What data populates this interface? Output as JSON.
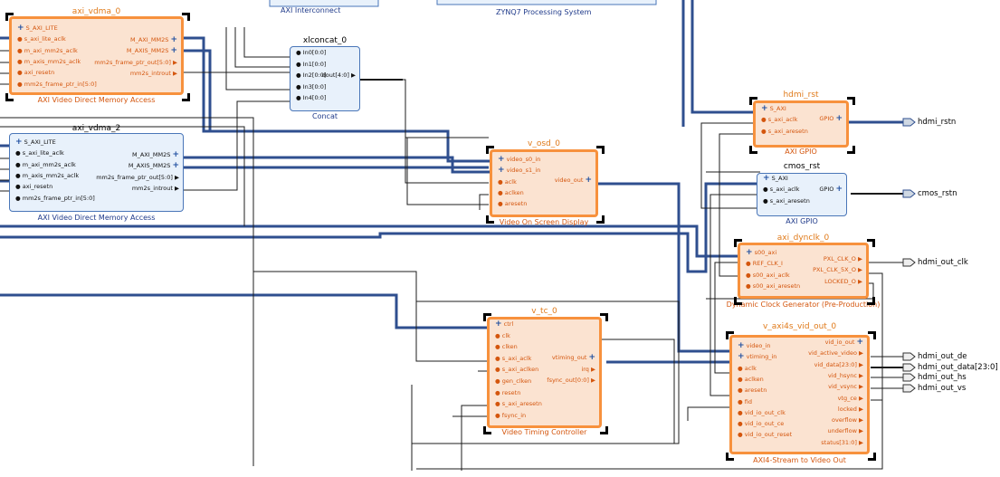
{
  "top_hints": {
    "interconnect": "AXI Interconnect",
    "zynq": "ZYNQ7 Processing System"
  },
  "blocks": {
    "axi_vdma_0": {
      "name": "axi_vdma_0",
      "type": "AXI Video Direct Memory Access",
      "left": [
        "S_AXI_LITE",
        "s_axi_lite_aclk",
        "m_axi_mm2s_aclk",
        "m_axis_mm2s_aclk",
        "axi_resetn",
        "mm2s_frame_ptr_in[5:0]"
      ],
      "right": [
        "M_AXI_MM2S",
        "M_AXIS_MM2S",
        "mm2s_frame_ptr_out[5:0]",
        "mm2s_introut"
      ]
    },
    "axi_vdma_2": {
      "name": "axi_vdma_2",
      "type": "AXI Video Direct Memory Access",
      "left": [
        "S_AXI_LITE",
        "s_axi_lite_aclk",
        "m_axi_mm2s_aclk",
        "m_axis_mm2s_aclk",
        "axi_resetn",
        "mm2s_frame_ptr_in[5:0]"
      ],
      "right": [
        "M_AXI_MM2S",
        "M_AXIS_MM2S",
        "mm2s_frame_ptr_out[5:0]",
        "mm2s_introut"
      ]
    },
    "xlconcat_0": {
      "name": "xlconcat_0",
      "type": "Concat",
      "left": [
        "In0[0:0]",
        "In1[0:0]",
        "In2[0:0]",
        "In3[0:0]",
        "In4[0:0]"
      ],
      "right": [
        "dout[4:0]"
      ]
    },
    "v_osd_0": {
      "name": "v_osd_0",
      "type": "Video On Screen Display",
      "left": [
        "video_s0_in",
        "video_s1_in",
        "aclk",
        "aclken",
        "aresetn"
      ],
      "right": [
        "video_out"
      ]
    },
    "hdmi_rst": {
      "name": "hdmi_rst",
      "type": "AXI GPIO",
      "left": [
        "S_AXI",
        "s_axi_aclk",
        "s_axi_aresetn"
      ],
      "right": [
        "GPIO"
      ]
    },
    "cmos_rst": {
      "name": "cmos_rst",
      "type": "AXI GPIO",
      "left": [
        "S_AXI",
        "s_axi_aclk",
        "s_axi_aresetn"
      ],
      "right": [
        "GPIO"
      ]
    },
    "axi_dynclk_0": {
      "name": "axi_dynclk_0",
      "type": "Dynamic Clock Generator (Pre-Production)",
      "left": [
        "s00_axi",
        "REF_CLK_I",
        "s00_axi_aclk",
        "s00_axi_aresetn"
      ],
      "right": [
        "PXL_CLK_O",
        "PXL_CLK_5X_O",
        "LOCKED_O"
      ]
    },
    "v_tc_0": {
      "name": "v_tc_0",
      "type": "Video Timing Controller",
      "left": [
        "ctrl",
        "clk",
        "clken",
        "s_axi_aclk",
        "s_axi_aclken",
        "gen_clken",
        "resetn",
        "s_axi_aresetn",
        "fsync_in"
      ],
      "right": [
        "vtiming_out",
        "irq",
        "fsync_out[0:0]"
      ]
    },
    "v_axi4s_vid_out_0": {
      "name": "v_axi4s_vid_out_0",
      "type": "AXI4-Stream to Video Out",
      "left": [
        "video_in",
        "vtiming_in",
        "aclk",
        "aclken",
        "aresetn",
        "fid",
        "vid_io_out_clk",
        "vid_io_out_ce",
        "vid_io_out_reset"
      ],
      "right": [
        "vid_io_out",
        "vid_active_video",
        "vid_data[23:0]",
        "vid_hsync",
        "vid_vsync",
        "vtg_ce",
        "locked",
        "overflow",
        "underflow",
        "status[31:0]"
      ]
    }
  },
  "terminals": [
    "hdmi_rstn",
    "cmos_rstn",
    "hdmi_out_clk",
    "hdmi_out_de",
    "hdmi_out_data[23:0]",
    "hdmi_out_hs",
    "hdmi_out_vs"
  ]
}
